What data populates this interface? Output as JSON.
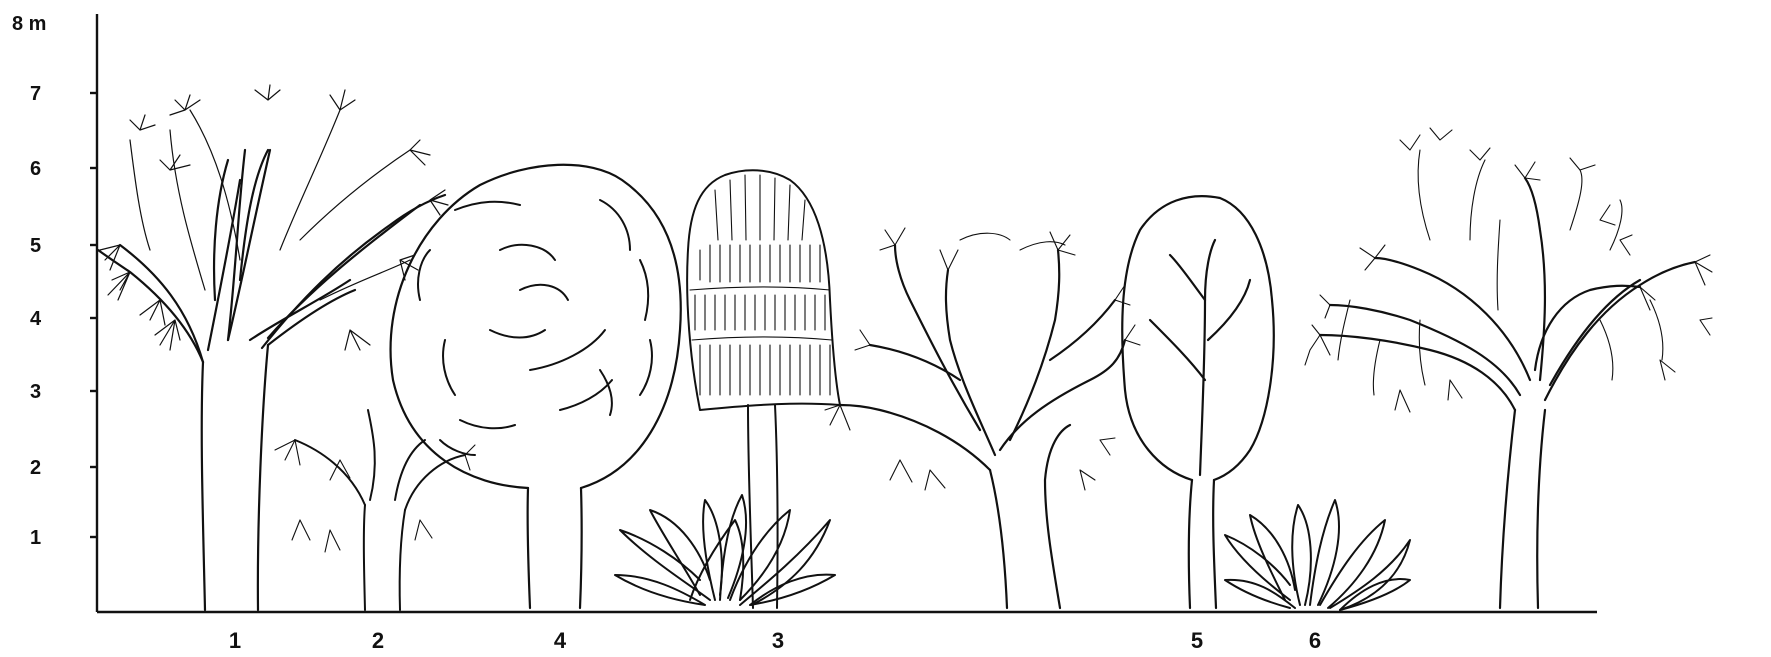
{
  "axis": {
    "unit_label": "8 m",
    "ticks": [
      "1",
      "2",
      "3",
      "4",
      "5",
      "6",
      "7"
    ]
  },
  "plant_labels": [
    "1",
    "2",
    "4",
    "3",
    "5",
    "6"
  ],
  "icons": [
    "palm-tree-icon",
    "spiky-rosette-icon"
  ]
}
